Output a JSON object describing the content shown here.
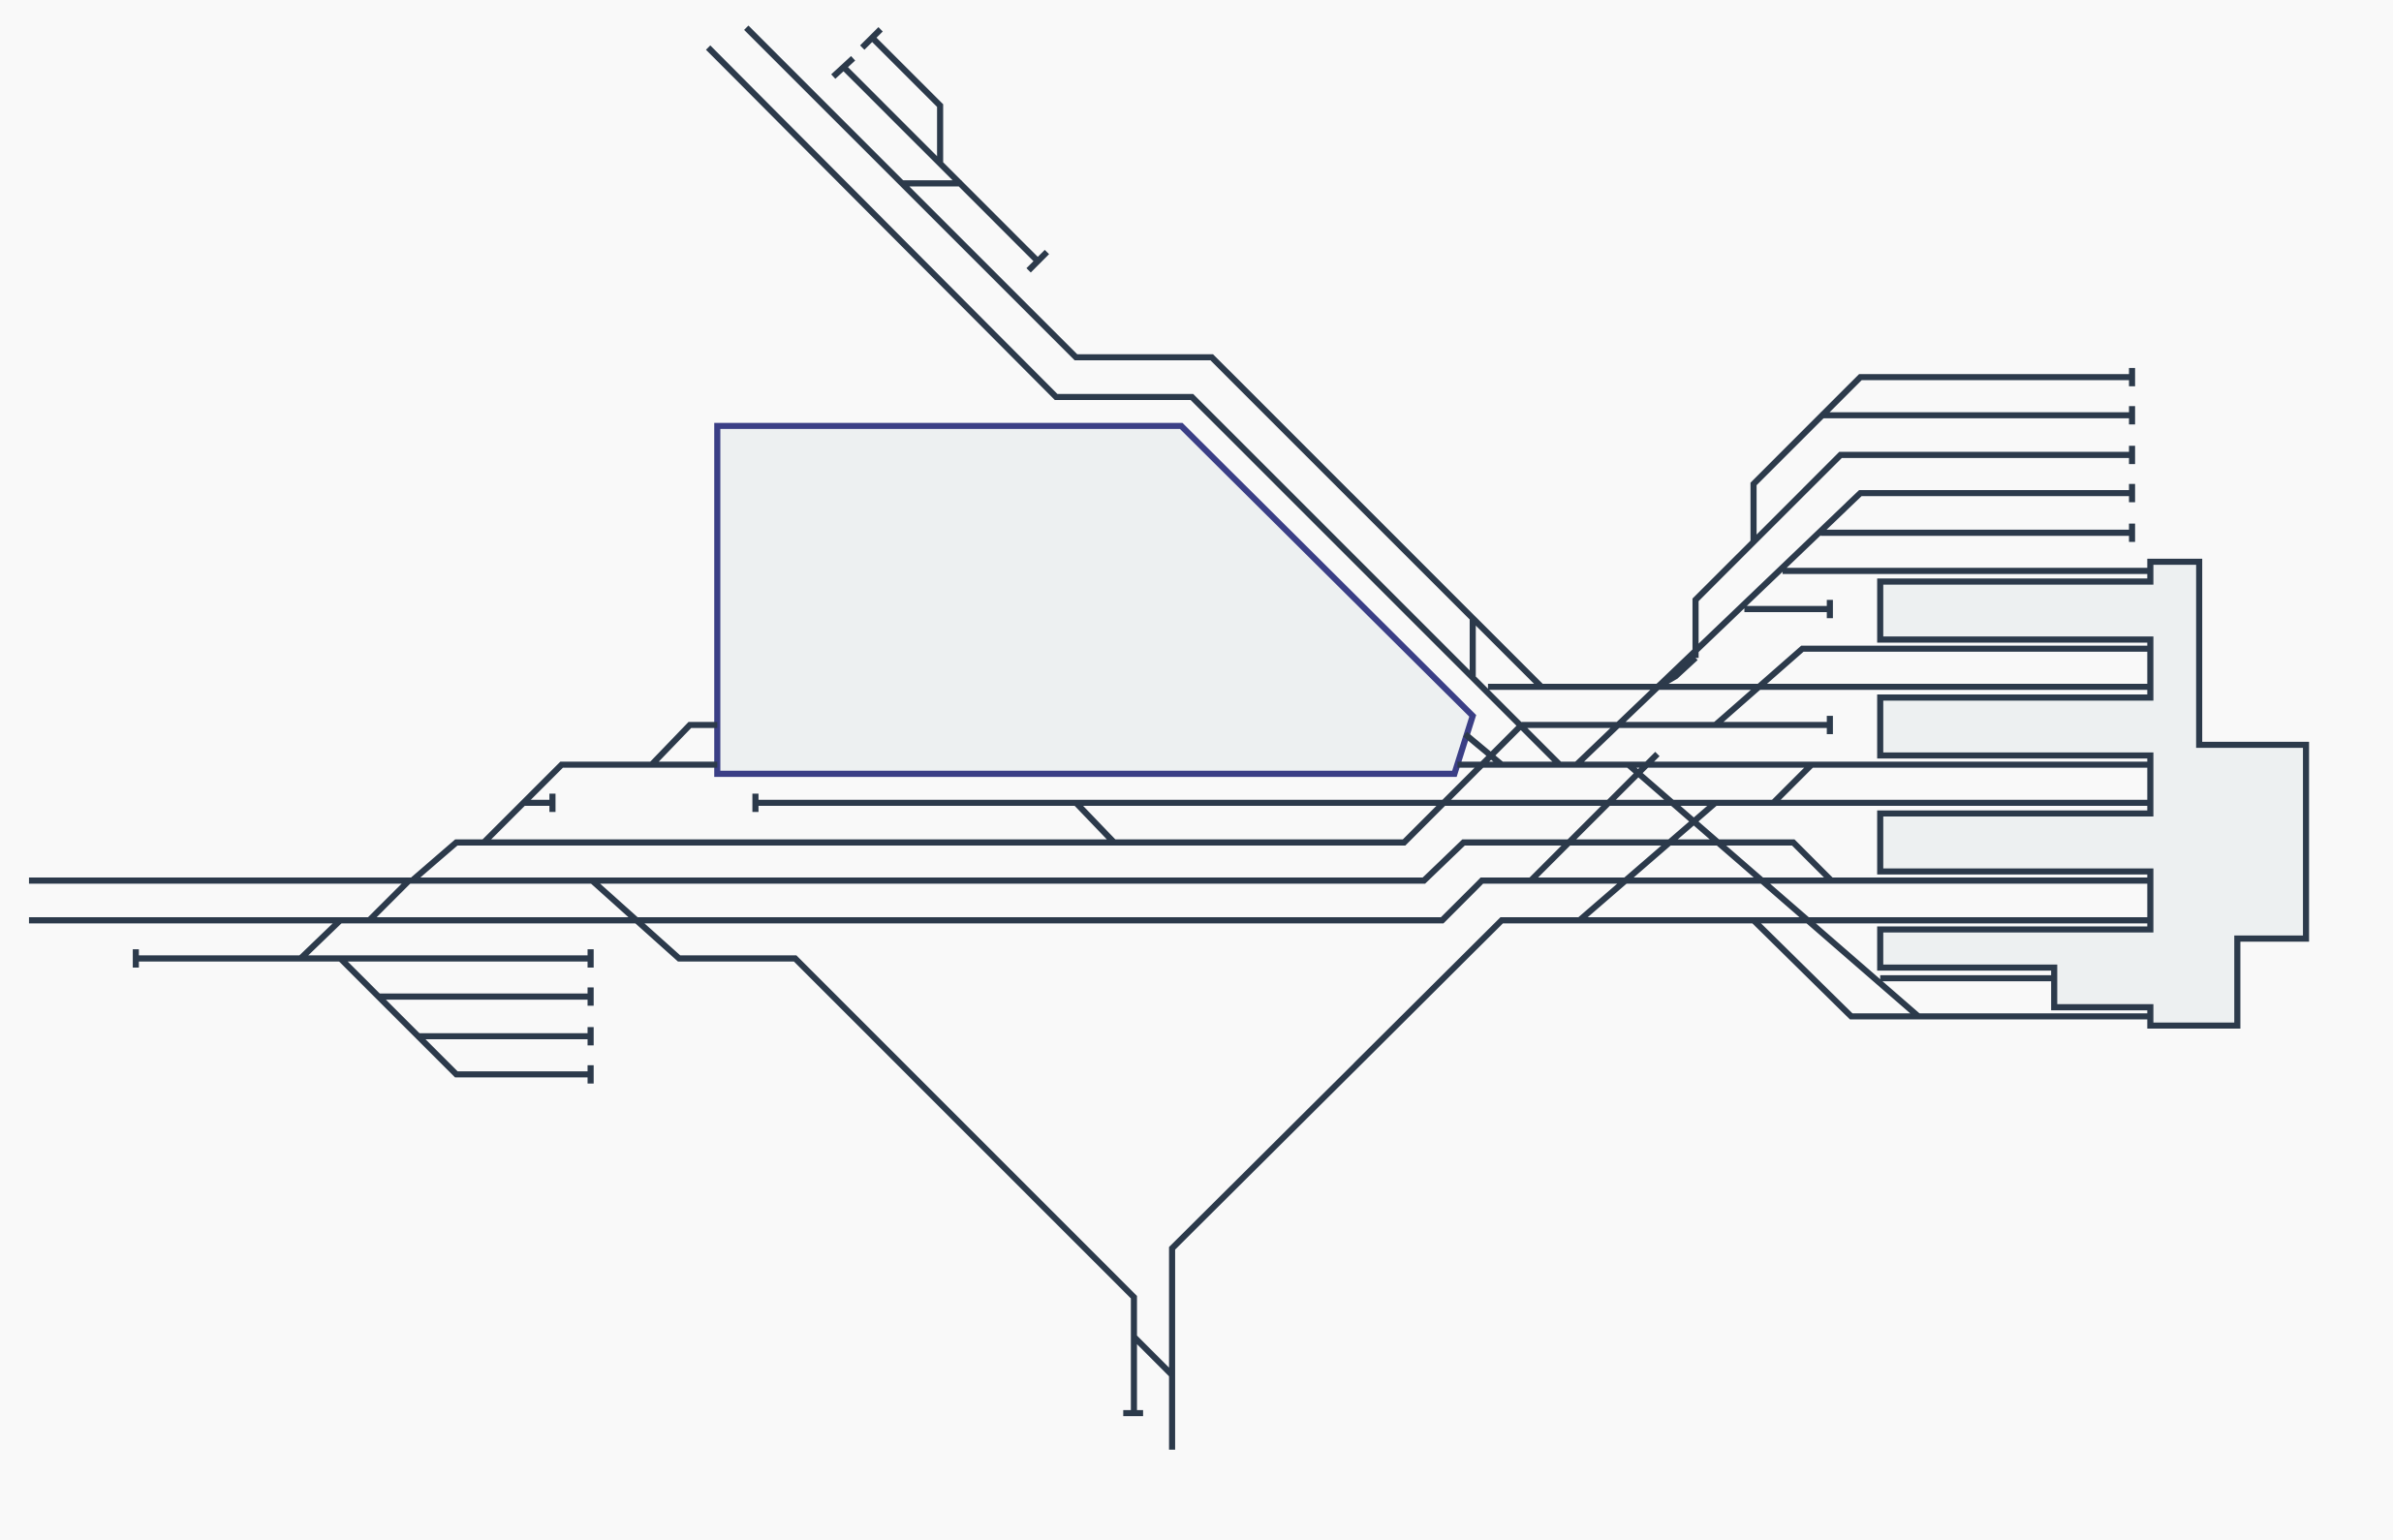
{
  "diagram": {
    "kind": "railway-track-layout",
    "labels": [],
    "colors": {
      "background": "#f9f9f9",
      "track": "#2c3a4b",
      "depot_fill": "#edf0f1",
      "depot_stroke": "#3b3f86",
      "platform_fill": "#edf0f1"
    },
    "elements": [
      "depot-building",
      "terminal-platforms",
      "track-lines",
      "buffer-stops"
    ]
  }
}
